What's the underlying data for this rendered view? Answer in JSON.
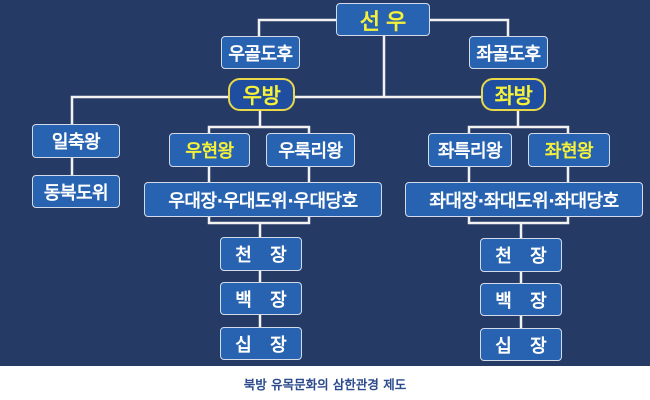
{
  "root": "선우",
  "ministers": {
    "right": "우골도후",
    "left": "좌골도후"
  },
  "wings": {
    "right": "우방",
    "left": "좌방"
  },
  "east": {
    "king": "일축왕",
    "sub": "동북도위"
  },
  "right_wing": {
    "wise_king": "우현왕",
    "luli_king": "우룩리왕",
    "officers": "우대장·우대도위·우대당호"
  },
  "left_wing": {
    "luli_king": "좌특리왕",
    "wise_king": "좌현왕",
    "officers": "좌대장·좌대도위·좌대당호"
  },
  "ranks": [
    "천 장",
    "백 장",
    "십 장"
  ],
  "caption": "북방 유목문화의 삼한관경 제도"
}
